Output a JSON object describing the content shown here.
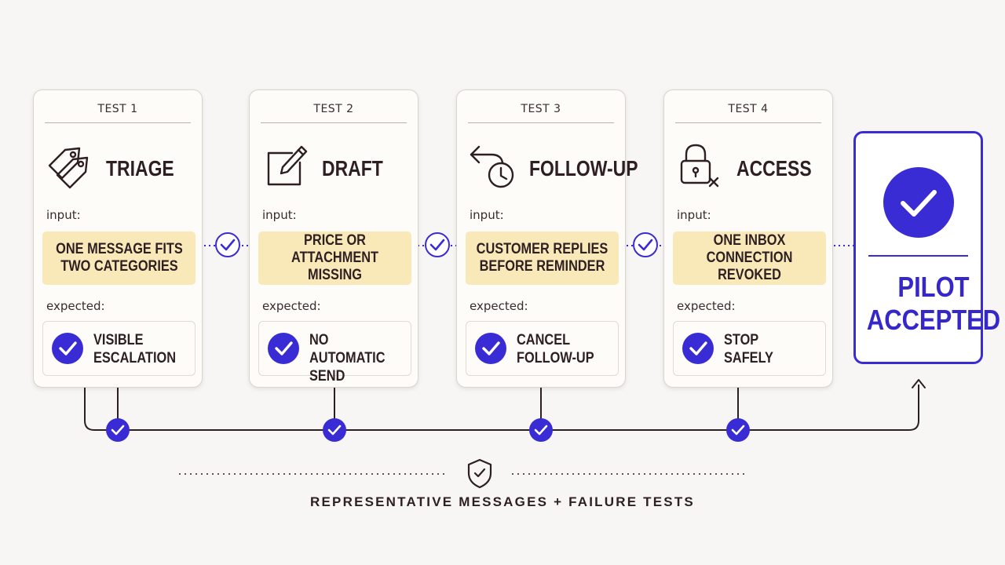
{
  "tests": [
    {
      "test_label": "TEST 1",
      "title": "TRIAGE",
      "icon": "tags-icon",
      "input_label": "input:",
      "input_text": "ONE MESSAGE FITS\nTWO CATEGORIES",
      "expected_label": "expected:",
      "expected_text": "VISIBLE\nESCALATION"
    },
    {
      "test_label": "TEST 2",
      "title": "DRAFT",
      "icon": "pencil-square-icon",
      "input_label": "input:",
      "input_text": "PRICE OR\nATTACHMENT MISSING",
      "expected_label": "expected:",
      "expected_text": "NO AUTOMATIC\nSEND"
    },
    {
      "test_label": "TEST 3",
      "title": "FOLLOW-UP",
      "icon": "return-clock-icon",
      "input_label": "input:",
      "input_text": "CUSTOMER REPLIES\nBEFORE REMINDER",
      "expected_label": "expected:",
      "expected_text": "CANCEL\nFOLLOW-UP"
    },
    {
      "test_label": "TEST 4",
      "title": "ACCESS",
      "icon": "lock-x-icon",
      "input_label": "input:",
      "input_text": "ONE INBOX\nCONNECTION REVOKED",
      "expected_label": "expected:",
      "expected_text": "STOP\nSAFELY"
    }
  ],
  "final": {
    "title": "PILOT\nACCEPTED",
    "icon": "check-circle-icon"
  },
  "footer": {
    "icon": "shield-check-icon",
    "text": "REPRESENTATIVE MESSAGES + FAILURE TESTS"
  },
  "colors": {
    "accent": "#3a2cd4",
    "input_fill": "#f9e9b9",
    "card_fill": "#fdfcf8",
    "ink": "#2e1f22",
    "background": "#f7f6f5"
  }
}
